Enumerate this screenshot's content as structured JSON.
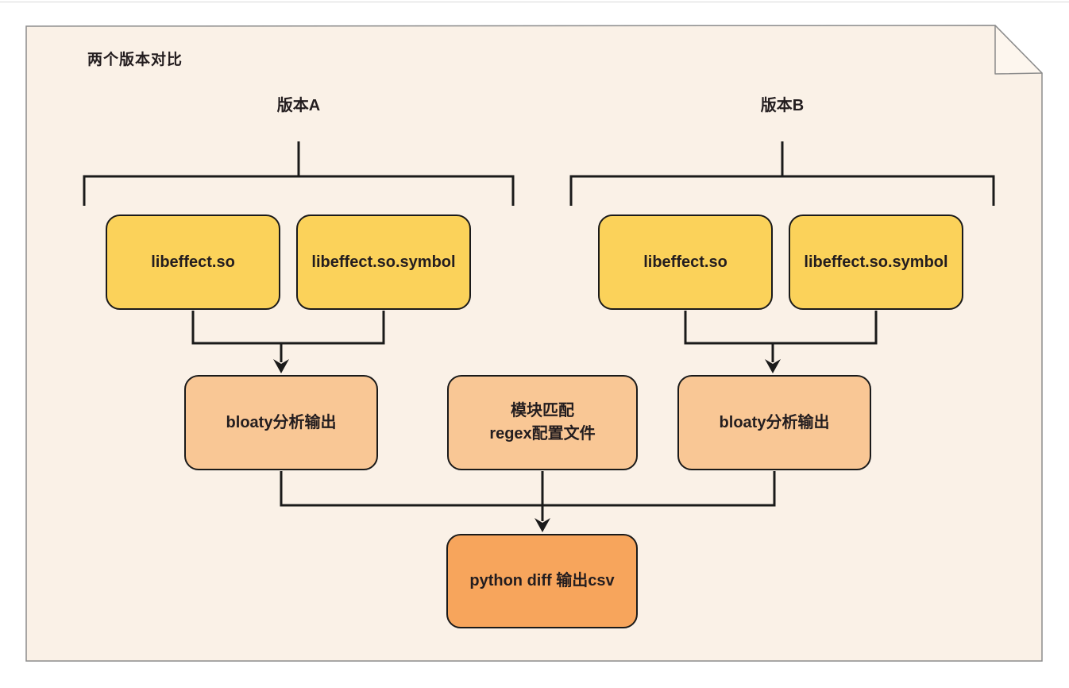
{
  "diagram": {
    "title": "两个版本对比",
    "branch_a": {
      "label": "版本A",
      "file1": "libeffect.so",
      "file2": "libeffect.so.symbol",
      "output": "bloaty分析输出"
    },
    "branch_b": {
      "label": "版本B",
      "file1": "libeffect.so",
      "file2": "libeffect.so.symbol",
      "output": "bloaty分析输出"
    },
    "config_node": {
      "line1": "模块匹配",
      "line2": "regex配置文件"
    },
    "result_node": {
      "label": "python diff 输出csv"
    },
    "colors": {
      "paper_fill": "#FAF1E7",
      "fold_fill": "#FDF6EE",
      "paper_border": "#8C8C8C",
      "source_fill": "#FBD25A",
      "process_fill": "#F9C795",
      "result_fill": "#F7A55C",
      "line_color": "#1A1A1A"
    }
  }
}
